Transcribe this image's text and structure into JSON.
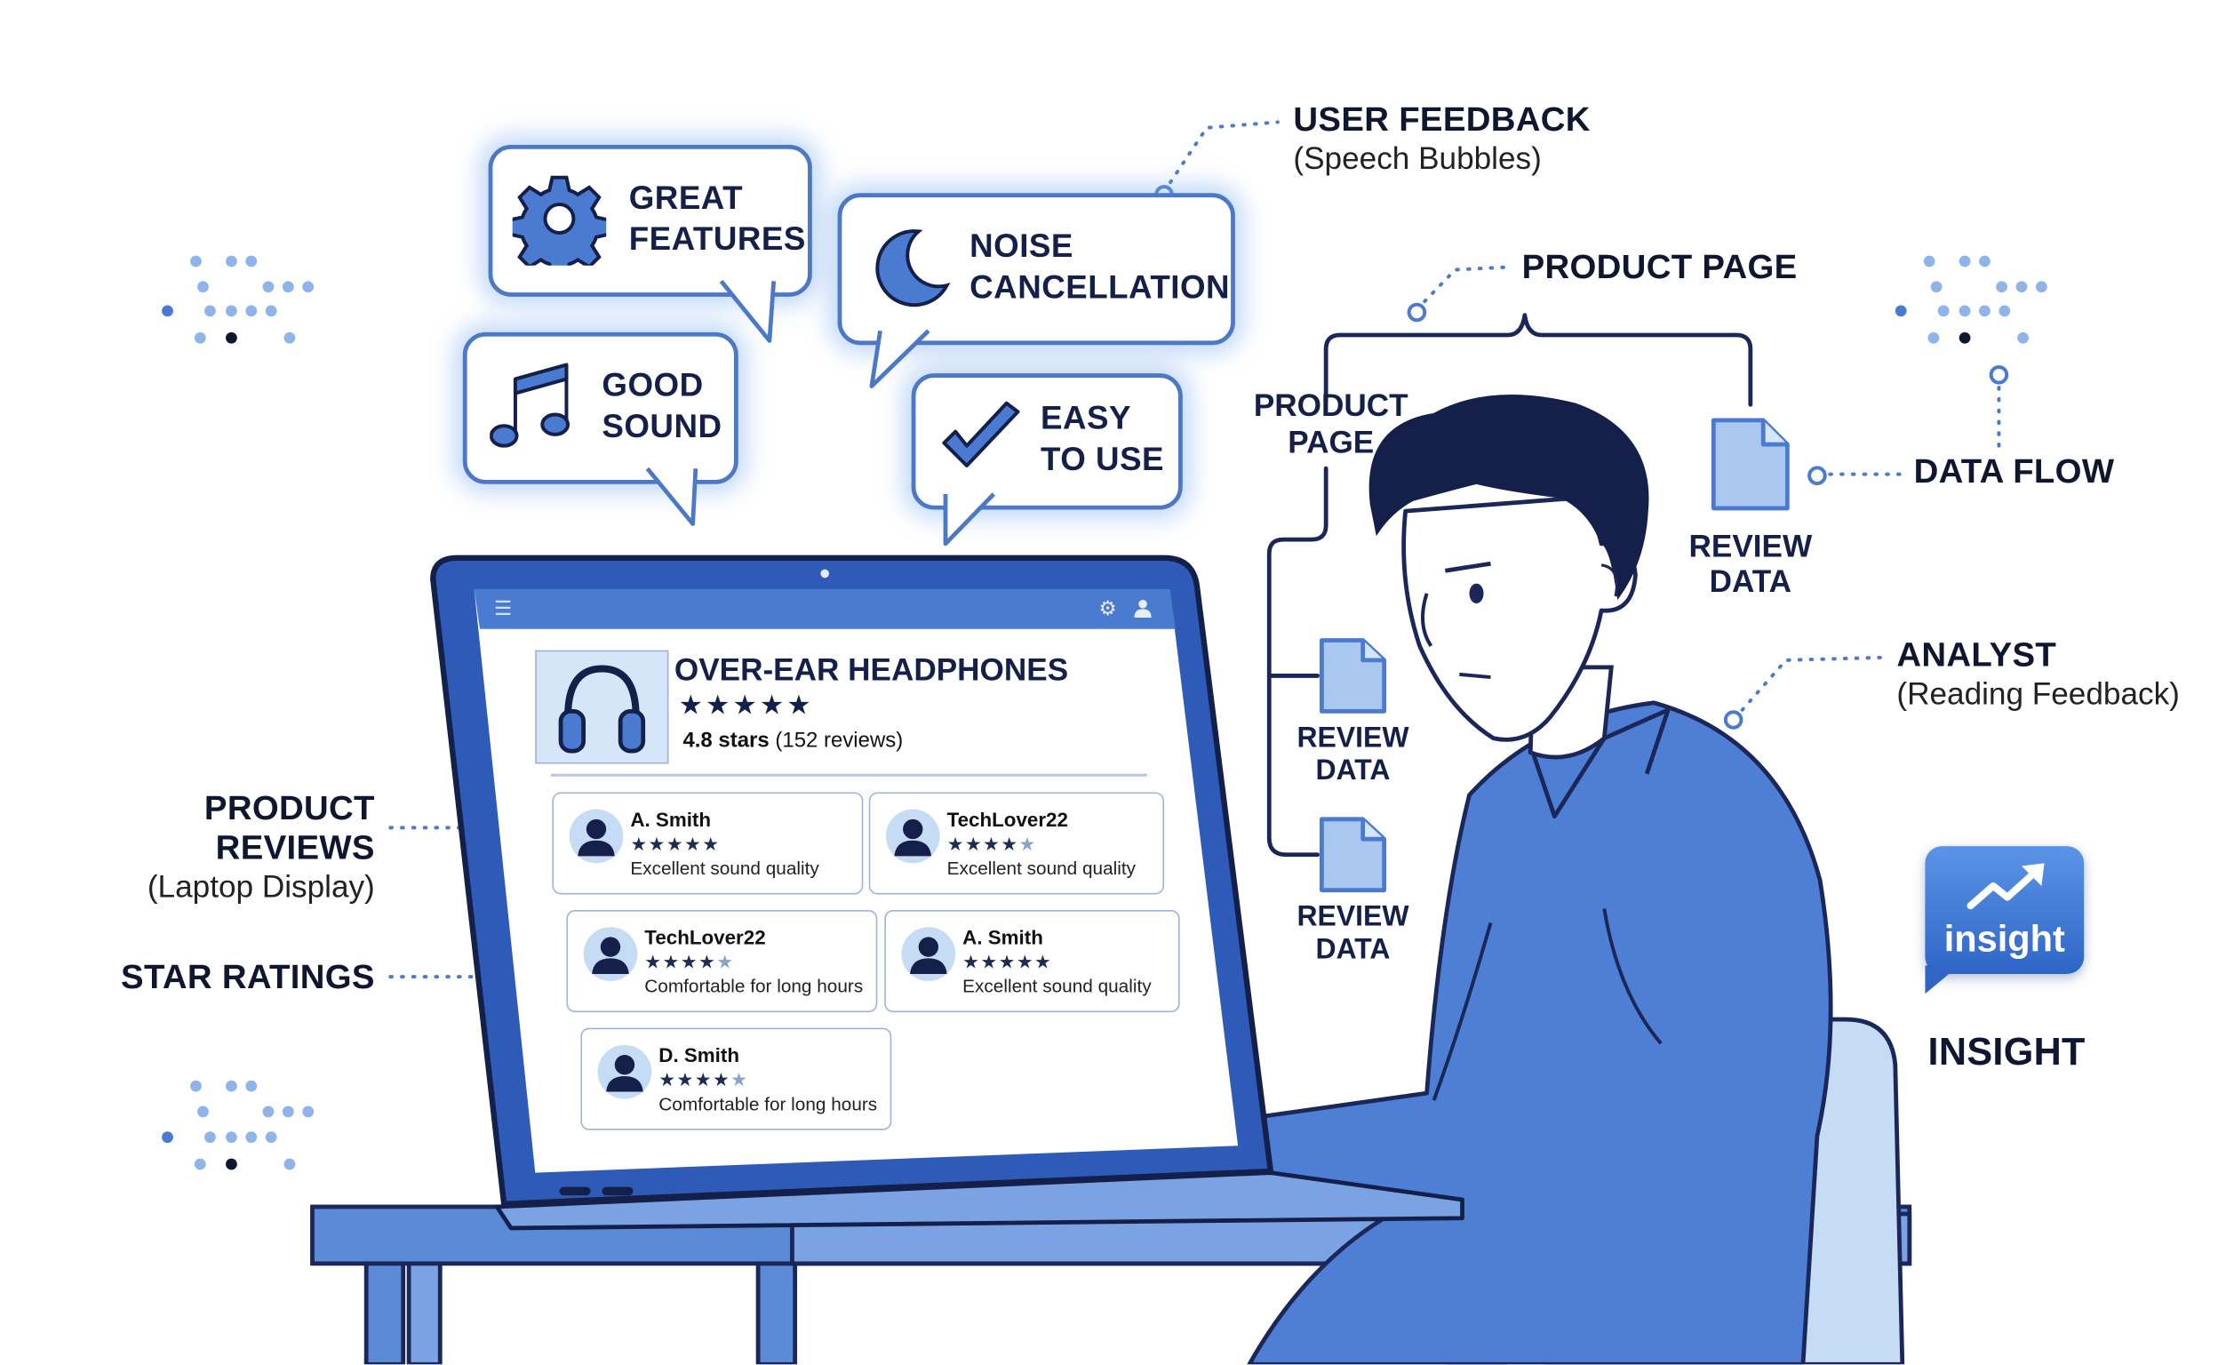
{
  "bubbles": {
    "great_features": "GREAT FEATURES",
    "noise_cancellation": "NOISE CANCELLATION",
    "good_sound": "GOOD SOUND",
    "easy_to_use": "EASY TO USE"
  },
  "icons": [
    "gear-icon",
    "moon-icon",
    "music-note-icon",
    "check-icon",
    "headphones-icon",
    "menu-icon",
    "user-icon",
    "document-icon",
    "trend-up-icon"
  ],
  "labels": {
    "user_feedback": {
      "title": "USER FEEDBACK",
      "sub": "(Speech Bubbles)"
    },
    "product_page_top": "PRODUCT PAGE",
    "product_page_left": "PRODUCT PAGE",
    "review_data_1": "REVIEW DATA",
    "review_data_2": "REVIEW DATA",
    "review_data_3": "REVIEW DATA",
    "data_flow": "DATA FLOW",
    "analyst": {
      "title": "ANALYST",
      "sub": "(Reading Feedback)"
    },
    "insight_badge": "insight",
    "insight": "INSIGHT",
    "product_reviews": {
      "title": "PRODUCT REVIEWS",
      "sub": "(Laptop Display)"
    },
    "star_ratings": "STAR RATINGS"
  },
  "laptop": {
    "product": {
      "title": "OVER-EAR HEADPHONES",
      "rating_value": 4.8,
      "stars_text": "★★★★★",
      "rating_bold": "4.8 stars",
      "rating_count": "(152 reviews)"
    },
    "reviews": [
      {
        "name": "A. Smith",
        "stars": 5,
        "text": "Excellent sound quality"
      },
      {
        "name": "TechLover22",
        "stars": 4,
        "text": "Excellent sound quality"
      },
      {
        "name": "TechLover22",
        "stars": 4,
        "text": "Comfortable for long hours"
      },
      {
        "name": "A. Smith",
        "stars": 5,
        "text": "Excellent sound quality"
      },
      {
        "name": "D. Smith",
        "stars": 4,
        "text": "Comfortable for long hours"
      }
    ]
  },
  "colors": {
    "accent": "#4a7bd0",
    "navy": "#14204a",
    "shirt": "#4f7fd4",
    "chair": "#c6dbf4",
    "desk": "#5b8ad6"
  }
}
